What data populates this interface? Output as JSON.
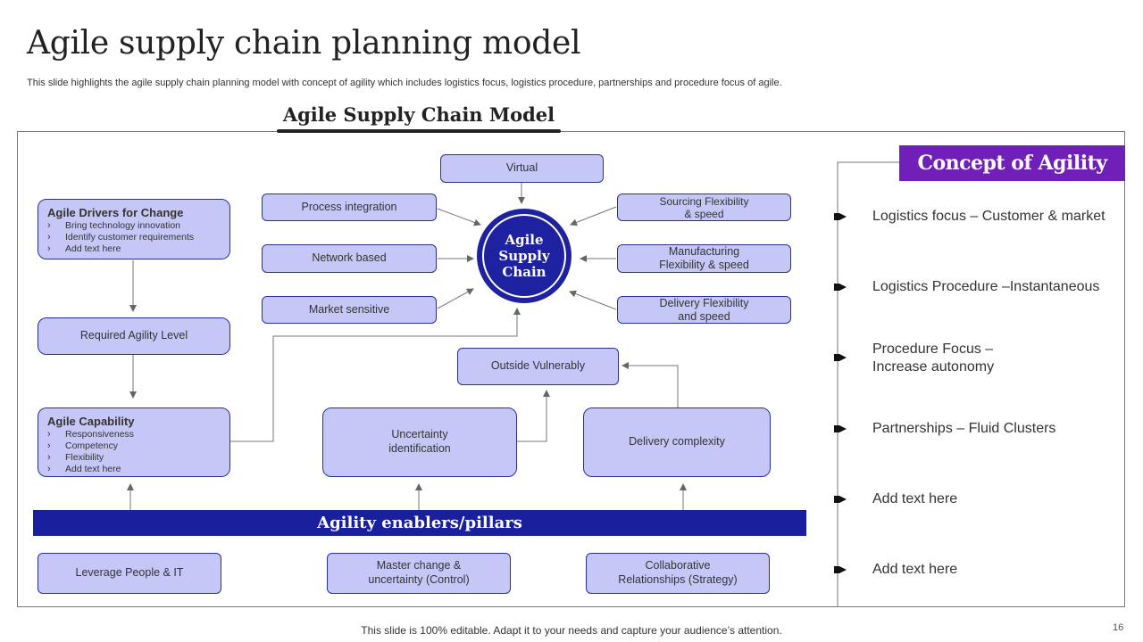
{
  "title": "Agile supply chain planning model",
  "subtitle": "This slide highlights the agile supply chain planning model with concept of agility which includes logistics focus, logistics procedure, partnerships and procedure focus of agile.",
  "model": {
    "heading": "Agile Supply Chain Model",
    "center": "Agile\nSupply\nChain",
    "top_node": "Virtual",
    "left_nodes": [
      "Process integration",
      "Network based",
      "Market sensitive"
    ],
    "right_nodes": [
      "Sourcing Flexibility\n& speed",
      "Manufacturing\nFlexibility & speed",
      "Delivery  Flexibility\nand speed"
    ],
    "drivers": {
      "title": "Agile Drivers for Change",
      "items": [
        "Bring technology innovation",
        "Identify customer requirements",
        "Add text here"
      ]
    },
    "required_level": "Required  Agility Level",
    "capability": {
      "title": "Agile Capability",
      "items": [
        "Responsiveness",
        "Competency",
        "Flexibility",
        "Add text here"
      ]
    },
    "outside_vulnerably": "Outside Vulnerably",
    "uncertainty": "Uncertainty\nidentification",
    "delivery_complexity": "Delivery  complexity",
    "enablers_banner": "Agility enablers/pillars",
    "pillars": [
      "Leverage  People & IT",
      "Master change &\nuncertainty (Control)",
      "Collaborative\nRelationships (Strategy)"
    ]
  },
  "concept": {
    "heading": "Concept of Agility",
    "items": [
      "Logistics focus – Customer & market",
      "Logistics Procedure –Instantaneous",
      "Procedure Focus –\nIncrease  autonomy",
      "Partnerships – Fluid Clusters",
      "Add text here",
      "Add text here"
    ]
  },
  "footer": "This slide is 100% editable. Adapt it to your needs and capture your audience’s attention.",
  "page_number": "16",
  "colors": {
    "box_fill": "#c5c8f7",
    "box_border": "#2a2f9c",
    "dark_blue": "#1a1f9e",
    "purple": "#7020b8"
  }
}
